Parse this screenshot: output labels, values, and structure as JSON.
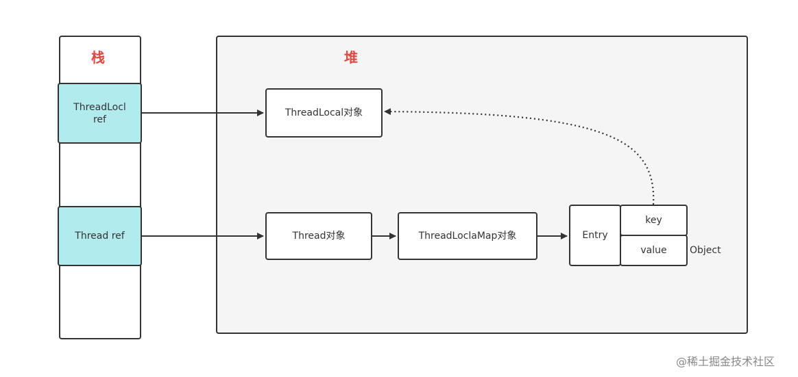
{
  "stack": {
    "title": "栈",
    "threadlocal_ref": "ThreadLocl\nref",
    "thread_ref": "Thread ref"
  },
  "heap": {
    "title": "堆",
    "threadlocal_object": "ThreadLocal对象",
    "thread_object": "Thread对象",
    "map_object": "ThreadLoclaMap对象",
    "entry": "Entry",
    "key": "key",
    "value": "value",
    "object_label": "Object"
  },
  "watermark": "@稀土掘金技术社区",
  "colors": {
    "title_red": "#e8453c",
    "stack_cell": "#b2ebee",
    "heap_panel": "#f5f5f5",
    "stroke": "#333333"
  }
}
